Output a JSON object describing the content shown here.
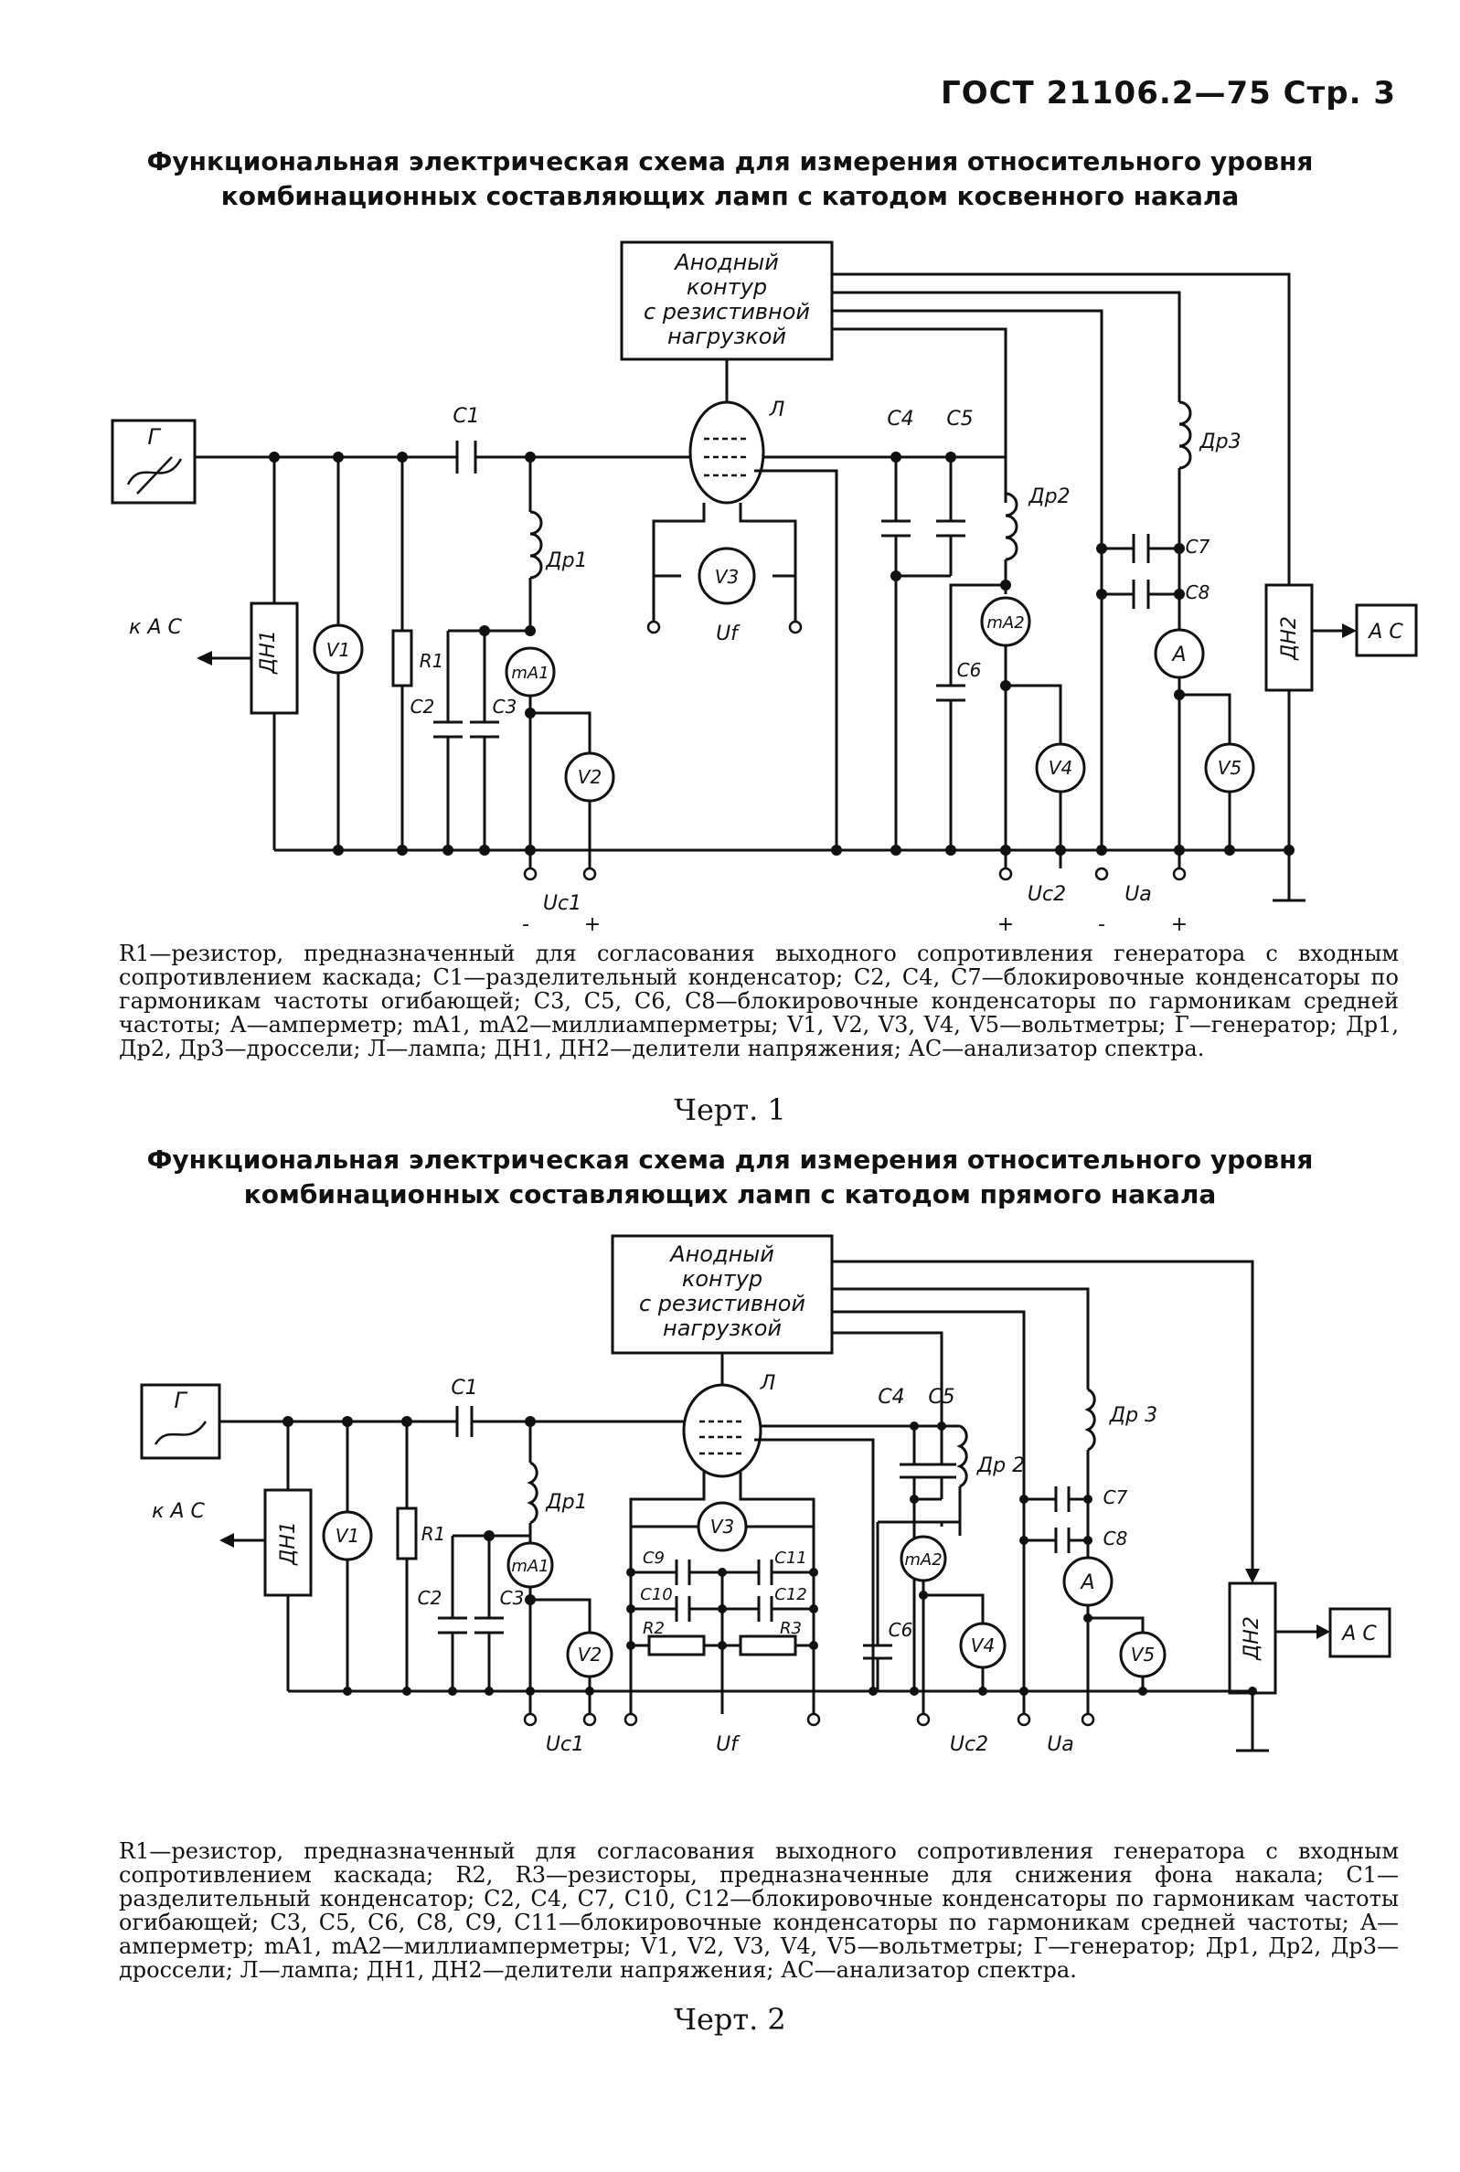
{
  "header": {
    "text": "ГОСТ 21106.2—75 Стр. 3"
  },
  "figure1": {
    "title_line1": "Функциональная электрическая схема для измерения относительного уровня",
    "title_line2": "комбинационных составляющих ламп с катодом косвенного накала",
    "labels": {
      "anode_l1": "Анодный",
      "anode_l2": "контур",
      "anode_l3": "с резистивной",
      "anode_l4": "нагрузкой",
      "gen": "Г",
      "lamp": "Л",
      "c1": "C1",
      "c4": "C4",
      "c5": "C5",
      "c7": "C7",
      "c8": "C8",
      "c2": "C2",
      "c3": "C3",
      "c6": "C6",
      "r1": "R1",
      "dr1": "Др1",
      "dr2": "Др2",
      "dr3": "Др3",
      "v1": "V1",
      "v2": "V2",
      "v3": "V3",
      "v4": "V4",
      "v5": "V5",
      "ma1": "mA1",
      "ma2": "mA2",
      "a": "A",
      "dn1": "ДН1",
      "dn2": "ДН2",
      "ac": "А С",
      "kac": "к А С",
      "uf": "Uf",
      "uc1": "Uc1",
      "uc2": "Uc2",
      "ua": "Ua",
      "minus": "-",
      "plus": "+"
    },
    "legend": "R1—резистор, предназначенный для согласования выходного сопротивления генератора с входным сопротивлением каскада; C1—разделительный конденсатор; C2, C4, C7—блокировочные конденсаторы по гармоникам частоты огибающей; C3, C5, C6, C8—блокировочные конденсаторы по гармоникам средней частоты; А—амперметр; mA1, mA2—миллиамперметры; V1, V2, V3, V4, V5—вольтметры; Г—генератор; Др1, Др2, Др3—дроссели; Л—лампа; ДН1, ДН2—делители напряжения; АС—анализатор спектра.",
    "caption": "Черт. 1"
  },
  "figure2": {
    "title_line1": "Функциональная электрическая схема для измерения относительного уровня",
    "title_line2": "комбинационных составляющих ламп с катодом прямого накала",
    "labels": {
      "anode_l1": "Анодный",
      "anode_l2": "контур",
      "anode_l3": "с резистивной",
      "anode_l4": "нагрузкой",
      "gen": "Г",
      "lamp": "Л",
      "c1": "C1",
      "c4": "C4",
      "c5": "C5",
      "c7": "C7",
      "c8": "C8",
      "c2": "C2",
      "c3": "C3",
      "c6": "C6",
      "c9": "C9",
      "c10": "C10",
      "c11": "C11",
      "c12": "C12",
      "r1": "R1",
      "r2": "R2",
      "r3": "R3",
      "dr1": "Др1",
      "dr2": "Др 2",
      "dr3": "Др 3",
      "v1": "V1",
      "v2": "V2",
      "v3": "V3",
      "v4": "V4",
      "v5": "V5",
      "ma1": "mA1",
      "ma2": "mA2",
      "a": "A",
      "dn1": "ДН1",
      "dn2": "ДН2",
      "ac": "А С",
      "kac": "к А С",
      "uf": "Uf",
      "uc1": "Uc1",
      "uc2": "Uc2",
      "ua": "Ua"
    },
    "legend": "R1—резистор, предназначенный для согласования выходного сопротивления генератора с входным сопротивлением каскада; R2, R3—резисторы, предназначенные для снижения фона накала; C1—разделительный конденсатор; C2, C4, C7, C10, C12—блокировочные конденсаторы по гармоникам частоты огибающей; C3, C5, C6, C8, C9, C11—блокировочные конденсаторы по гармоникам средней частоты; А—амперметр; mA1, mA2—миллиамперметры; V1, V2, V3, V4, V5—вольтметры; Г—генератор; Др1, Др2, Др3—дроссели; Л—лампа; ДН1, ДН2—делители напряжения; АС—анализатор спектра.",
    "caption": "Черт. 2"
  }
}
